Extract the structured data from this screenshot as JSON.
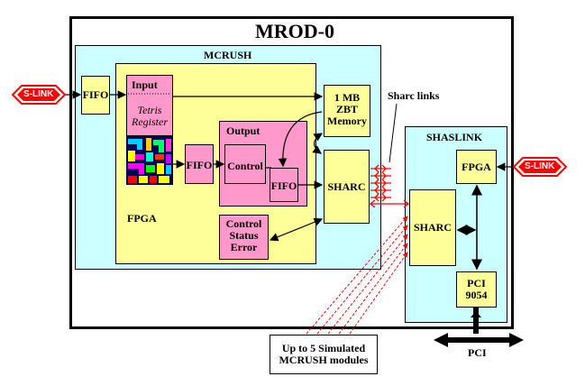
{
  "title": "MROD-0",
  "mcrush": {
    "label": "MCRUSH",
    "fpga_label": "FPGA",
    "fifo_in": "FIFO",
    "input_label": "Input",
    "tetris_line1": "Tetris",
    "tetris_line2": "Register",
    "fifo_mid": "FIFO",
    "output_label": "Output",
    "control_label": "Control",
    "fifo_out": "FIFO",
    "status_line1": "Control",
    "status_line2": "Status",
    "status_line3": "Error",
    "zbt_line1": "1 MB",
    "zbt_line2": "ZBT",
    "zbt_line3": "Memory",
    "sharc": "SHARC"
  },
  "sharc_links_label": "Sharc links",
  "shaslink": {
    "label": "SHASLINK",
    "fpga": "FPGA",
    "sharc": "SHARC",
    "pci_line1": "PCI",
    "pci_line2": "9054"
  },
  "slink_left": "S-LINK",
  "slink_right": "S-LINK",
  "pci_bus_label": "PCI",
  "simulated_line1": "Up to 5 Simulated",
  "simulated_line2": "MCRUSH modules",
  "colors": {
    "cyan": "#ccffff",
    "yellow": "#ffff99",
    "pink": "#ff99cc",
    "red": "#ff0000"
  }
}
